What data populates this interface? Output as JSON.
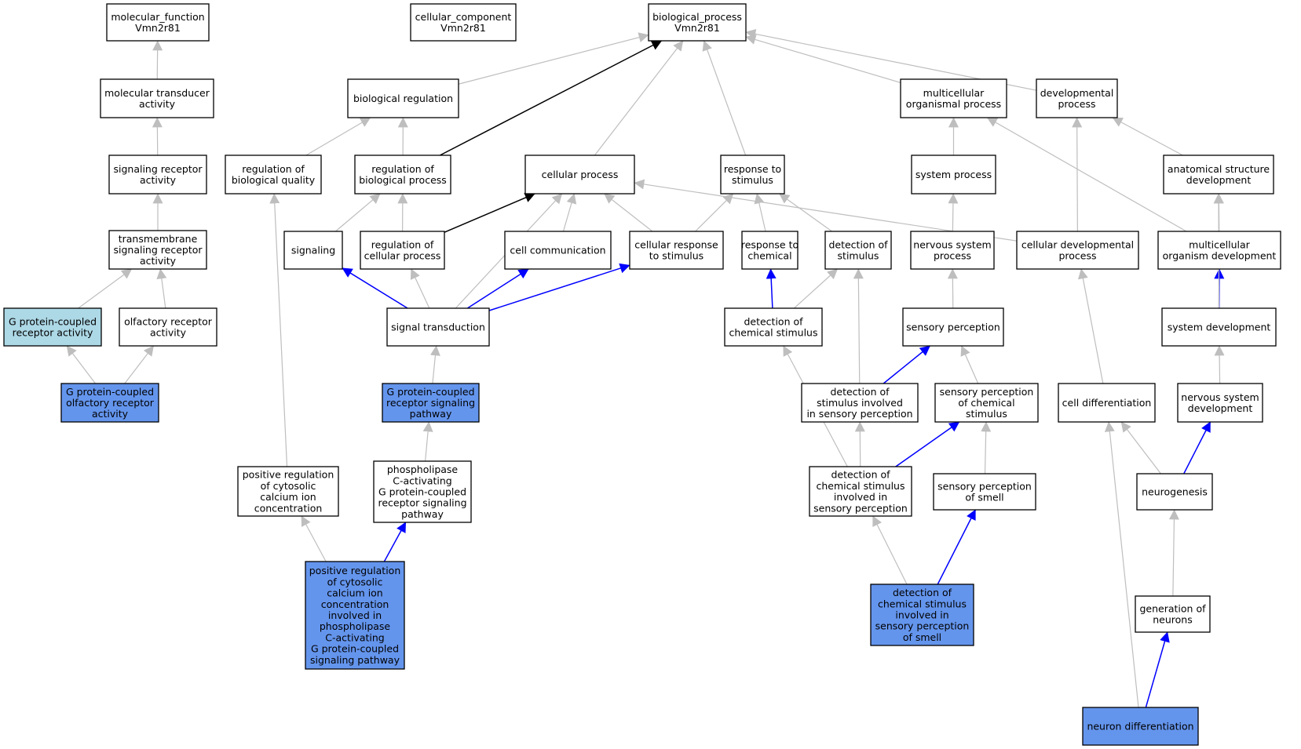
{
  "graph": {
    "colors": {
      "highlight_fill": "#6495ed",
      "light_fill": "#add8e6",
      "default_fill": "#ffffff",
      "edge_gray": "#bebebe",
      "edge_blue": "#0000ff",
      "edge_black": "#000000"
    },
    "nodes": [
      {
        "id": "mf",
        "lines": [
          "molecular_function",
          "Vmn2r81"
        ],
        "style": "white"
      },
      {
        "id": "cc",
        "lines": [
          "cellular_component",
          "Vmn2r81"
        ],
        "style": "white"
      },
      {
        "id": "bp",
        "lines": [
          "biological_process",
          "Vmn2r81"
        ],
        "style": "white"
      },
      {
        "id": "mta",
        "lines": [
          "molecular transducer",
          "activity"
        ],
        "style": "white"
      },
      {
        "id": "breg",
        "lines": [
          "biological regulation"
        ],
        "style": "white"
      },
      {
        "id": "mop",
        "lines": [
          "multicellular",
          "organismal process"
        ],
        "style": "white"
      },
      {
        "id": "dev",
        "lines": [
          "developmental",
          "process"
        ],
        "style": "white"
      },
      {
        "id": "sra",
        "lines": [
          "signaling receptor",
          "activity"
        ],
        "style": "white"
      },
      {
        "id": "rbq",
        "lines": [
          "regulation of",
          "biological quality"
        ],
        "style": "white"
      },
      {
        "id": "rbp",
        "lines": [
          "regulation of",
          "biological process"
        ],
        "style": "white"
      },
      {
        "id": "cp",
        "lines": [
          "cellular process"
        ],
        "style": "white"
      },
      {
        "id": "rts",
        "lines": [
          "response to",
          "stimulus"
        ],
        "style": "white"
      },
      {
        "id": "sys",
        "lines": [
          "system process"
        ],
        "style": "white"
      },
      {
        "id": "asd",
        "lines": [
          "anatomical structure",
          "development"
        ],
        "style": "white"
      },
      {
        "id": "tsra",
        "lines": [
          "transmembrane",
          "signaling receptor",
          "activity"
        ],
        "style": "white"
      },
      {
        "id": "sig",
        "lines": [
          "signaling"
        ],
        "style": "white"
      },
      {
        "id": "rcp",
        "lines": [
          "regulation of",
          "cellular process"
        ],
        "style": "white"
      },
      {
        "id": "cellcomm",
        "lines": [
          "cell communication"
        ],
        "style": "white"
      },
      {
        "id": "crs",
        "lines": [
          "cellular response",
          "to stimulus"
        ],
        "style": "white"
      },
      {
        "id": "rtc",
        "lines": [
          "response to",
          "chemical"
        ],
        "style": "white"
      },
      {
        "id": "dos",
        "lines": [
          "detection of",
          "stimulus"
        ],
        "style": "white"
      },
      {
        "id": "nsp",
        "lines": [
          "nervous system",
          "process"
        ],
        "style": "white"
      },
      {
        "id": "cdp",
        "lines": [
          "cellular developmental",
          "process"
        ],
        "style": "white"
      },
      {
        "id": "mod",
        "lines": [
          "multicellular",
          "organism development"
        ],
        "style": "white"
      },
      {
        "id": "gpcra",
        "lines": [
          "G protein-coupled",
          "receptor activity"
        ],
        "style": "light"
      },
      {
        "id": "ora",
        "lines": [
          "olfactory receptor",
          "activity"
        ],
        "style": "white"
      },
      {
        "id": "st",
        "lines": [
          "signal transduction"
        ],
        "style": "white"
      },
      {
        "id": "docs",
        "lines": [
          "detection of",
          "chemical stimulus"
        ],
        "style": "white"
      },
      {
        "id": "sp",
        "lines": [
          "sensory perception"
        ],
        "style": "white"
      },
      {
        "id": "sysdev",
        "lines": [
          "system development"
        ],
        "style": "white"
      },
      {
        "id": "gpcora",
        "lines": [
          "G protein-coupled",
          "olfactory receptor",
          "activity"
        ],
        "style": "highlight"
      },
      {
        "id": "gpcrsp",
        "lines": [
          "G protein-coupled",
          "receptor signaling",
          "pathway"
        ],
        "style": "highlight"
      },
      {
        "id": "dosisp",
        "lines": [
          "detection of",
          "stimulus involved",
          "in sensory perception"
        ],
        "style": "white"
      },
      {
        "id": "spcs",
        "lines": [
          "sensory perception",
          "of chemical",
          "stimulus"
        ],
        "style": "white"
      },
      {
        "id": "celldiff",
        "lines": [
          "cell differentiation"
        ],
        "style": "white"
      },
      {
        "id": "nsd",
        "lines": [
          "nervous system",
          "development"
        ],
        "style": "white"
      },
      {
        "id": "prcci",
        "lines": [
          "positive regulation",
          "of cytosolic",
          "calcium ion",
          "concentration"
        ],
        "style": "white"
      },
      {
        "id": "plc",
        "lines": [
          "phospholipase",
          "C-activating",
          "G protein-coupled",
          "receptor signaling",
          "pathway"
        ],
        "style": "white"
      },
      {
        "id": "docsisp",
        "lines": [
          "detection of",
          "chemical stimulus",
          "involved in",
          "sensory perception"
        ],
        "style": "white"
      },
      {
        "id": "spos",
        "lines": [
          "sensory perception",
          "of smell"
        ],
        "style": "white"
      },
      {
        "id": "neurog",
        "lines": [
          "neurogenesis"
        ],
        "style": "white"
      },
      {
        "id": "prcci_plc",
        "lines": [
          "positive regulation",
          "of cytosolic",
          "calcium ion",
          "concentration",
          "involved in",
          "phospholipase",
          "C-activating",
          "G protein-coupled",
          "signaling pathway"
        ],
        "style": "highlight"
      },
      {
        "id": "docsispos",
        "lines": [
          "detection of",
          "chemical stimulus",
          "involved in",
          "sensory perception",
          "of smell"
        ],
        "style": "highlight"
      },
      {
        "id": "gon",
        "lines": [
          "generation of",
          "neurons"
        ],
        "style": "white"
      },
      {
        "id": "nd",
        "lines": [
          "neuron differentiation"
        ],
        "style": "highlight"
      }
    ],
    "edges": [
      {
        "from": "mta",
        "to": "mf",
        "color": "gray"
      },
      {
        "from": "sra",
        "to": "mta",
        "color": "gray"
      },
      {
        "from": "tsra",
        "to": "sra",
        "color": "gray"
      },
      {
        "from": "gpcra",
        "to": "tsra",
        "color": "gray"
      },
      {
        "from": "ora",
        "to": "tsra",
        "color": "gray"
      },
      {
        "from": "gpcora",
        "to": "gpcra",
        "color": "gray"
      },
      {
        "from": "gpcora",
        "to": "ora",
        "color": "gray"
      },
      {
        "from": "breg",
        "to": "bp",
        "color": "gray"
      },
      {
        "from": "rbq",
        "to": "breg",
        "color": "gray"
      },
      {
        "from": "rbp",
        "to": "breg",
        "color": "gray"
      },
      {
        "from": "rbp",
        "to": "bp",
        "color": "black"
      },
      {
        "from": "cp",
        "to": "bp",
        "color": "gray"
      },
      {
        "from": "rts",
        "to": "bp",
        "color": "gray"
      },
      {
        "from": "mop",
        "to": "bp",
        "color": "gray"
      },
      {
        "from": "dev",
        "to": "bp",
        "color": "gray"
      },
      {
        "from": "sig",
        "to": "rbp",
        "color": "gray"
      },
      {
        "from": "rcp",
        "to": "rbp",
        "color": "gray"
      },
      {
        "from": "rcp",
        "to": "cp",
        "color": "black"
      },
      {
        "from": "cellcomm",
        "to": "cp",
        "color": "gray"
      },
      {
        "from": "crs",
        "to": "cp",
        "color": "gray"
      },
      {
        "from": "crs",
        "to": "rts",
        "color": "gray"
      },
      {
        "from": "rtc",
        "to": "rts",
        "color": "gray"
      },
      {
        "from": "dos",
        "to": "rts",
        "color": "gray"
      },
      {
        "from": "cdp",
        "to": "cp",
        "color": "gray"
      },
      {
        "from": "cdp",
        "to": "dev",
        "color": "gray"
      },
      {
        "from": "sys",
        "to": "mop",
        "color": "gray"
      },
      {
        "from": "nsp",
        "to": "sys",
        "color": "gray"
      },
      {
        "from": "asd",
        "to": "dev",
        "color": "gray"
      },
      {
        "from": "mod",
        "to": "mop",
        "color": "gray"
      },
      {
        "from": "mod",
        "to": "asd",
        "color": "gray"
      },
      {
        "from": "st",
        "to": "sig",
        "color": "blue"
      },
      {
        "from": "st",
        "to": "rcp",
        "color": "gray"
      },
      {
        "from": "st",
        "to": "cp",
        "color": "gray"
      },
      {
        "from": "st",
        "to": "cellcomm",
        "color": "blue"
      },
      {
        "from": "st",
        "to": "crs",
        "color": "blue"
      },
      {
        "from": "gpcrsp",
        "to": "st",
        "color": "gray"
      },
      {
        "from": "plc",
        "to": "gpcrsp",
        "color": "gray"
      },
      {
        "from": "prcci",
        "to": "rbq",
        "color": "gray"
      },
      {
        "from": "prcci_plc",
        "to": "prcci",
        "color": "gray"
      },
      {
        "from": "prcci_plc",
        "to": "plc",
        "color": "blue"
      },
      {
        "from": "docs",
        "to": "rtc",
        "color": "blue"
      },
      {
        "from": "docs",
        "to": "dos",
        "color": "gray"
      },
      {
        "from": "sp",
        "to": "nsp",
        "color": "gray"
      },
      {
        "from": "dosisp",
        "to": "dos",
        "color": "gray"
      },
      {
        "from": "dosisp",
        "to": "sp",
        "color": "blue"
      },
      {
        "from": "spcs",
        "to": "sp",
        "color": "gray"
      },
      {
        "from": "docsisp",
        "to": "docs",
        "color": "gray"
      },
      {
        "from": "docsisp",
        "to": "dosisp",
        "color": "gray"
      },
      {
        "from": "docsisp",
        "to": "spcs",
        "color": "blue"
      },
      {
        "from": "spos",
        "to": "spcs",
        "color": "gray"
      },
      {
        "from": "docsispos",
        "to": "docsisp",
        "color": "gray"
      },
      {
        "from": "docsispos",
        "to": "spos",
        "color": "blue"
      },
      {
        "from": "sysdev",
        "to": "mod",
        "color": "blue"
      },
      {
        "from": "sysdev",
        "to": "asd",
        "color": "gray"
      },
      {
        "from": "nsd",
        "to": "sysdev",
        "color": "gray"
      },
      {
        "from": "celldiff",
        "to": "cdp",
        "color": "gray"
      },
      {
        "from": "neurog",
        "to": "celldiff",
        "color": "gray"
      },
      {
        "from": "neurog",
        "to": "nsd",
        "color": "blue"
      },
      {
        "from": "gon",
        "to": "neurog",
        "color": "gray"
      },
      {
        "from": "nd",
        "to": "gon",
        "color": "blue"
      },
      {
        "from": "nd",
        "to": "celldiff",
        "color": "gray"
      }
    ]
  }
}
